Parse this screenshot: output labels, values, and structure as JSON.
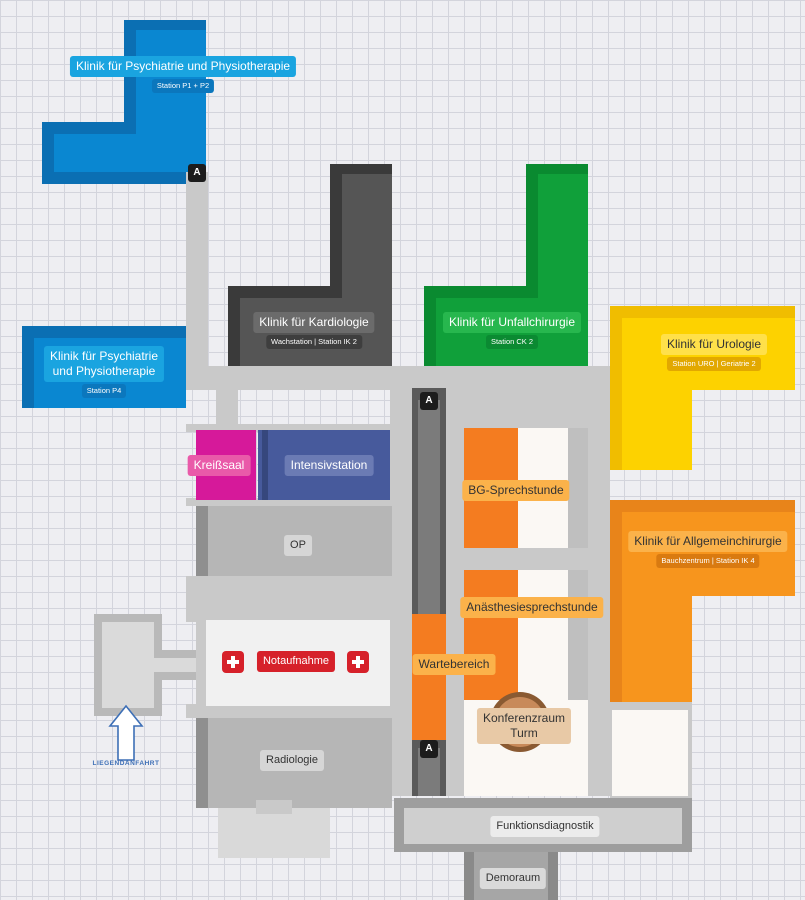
{
  "departments": {
    "psych_p12": {
      "name": "Klinik für Psychiatrie und Physiotherapie",
      "sub": "Station P1 + P2"
    },
    "psych_p4": {
      "name_line1": "Klinik für Psychiatrie",
      "name_line2": "und Physiotherapie",
      "sub": "Station P4"
    },
    "kardiologie": {
      "name": "Klinik für Kardiologie",
      "sub": "Wachstation  |  Station IK 2"
    },
    "unfallchirurgie": {
      "name": "Klinik für Unfallchirurgie",
      "sub": "Station CK 2"
    },
    "urologie": {
      "name": "Klinik für Urologie",
      "sub": "Station URO  |  Geriatrie 2"
    },
    "allgemeinchirurgie": {
      "name": "Klinik für Allgemeinchirurgie",
      "sub": "Bauchzentrum  |  Station IK 4"
    }
  },
  "rooms": {
    "kreisssaal": "Kreißsaal",
    "intensivstation": "Intensivstation",
    "op": "OP",
    "notaufnahme": "Notaufnahme",
    "radiologie": "Radiologie",
    "bg_sprechstunde": "BG-Sprechstunde",
    "anaesthesie": "Anästhesiesprechstunde",
    "wartebereich": "Wartebereich",
    "konferenz_line1": "Konferenzraum",
    "konferenz_line2": "Turm",
    "funktionsdiagnostik": "Funktionsdiagnostik",
    "demoraum": "Demoraum"
  },
  "markers": {
    "a_top": "A",
    "a_middle": "A",
    "a_bottom": "A"
  },
  "liegendanfahrt": "LIEGENDANFAHRT",
  "colors": {
    "psychiatrie": "#0a87d1",
    "kardiologie": "#4b4b4b",
    "unfallchirurgie": "#10a03a",
    "urologie": "#fdd200",
    "allgemeinchirurgie": "#f7951d",
    "kreisssaal": "#d6199a",
    "intensivstation": "#475a9c",
    "sprechstunde": "#f47c20",
    "notaufnahme": "#d6212a",
    "corridor": "#c4c4c4"
  }
}
